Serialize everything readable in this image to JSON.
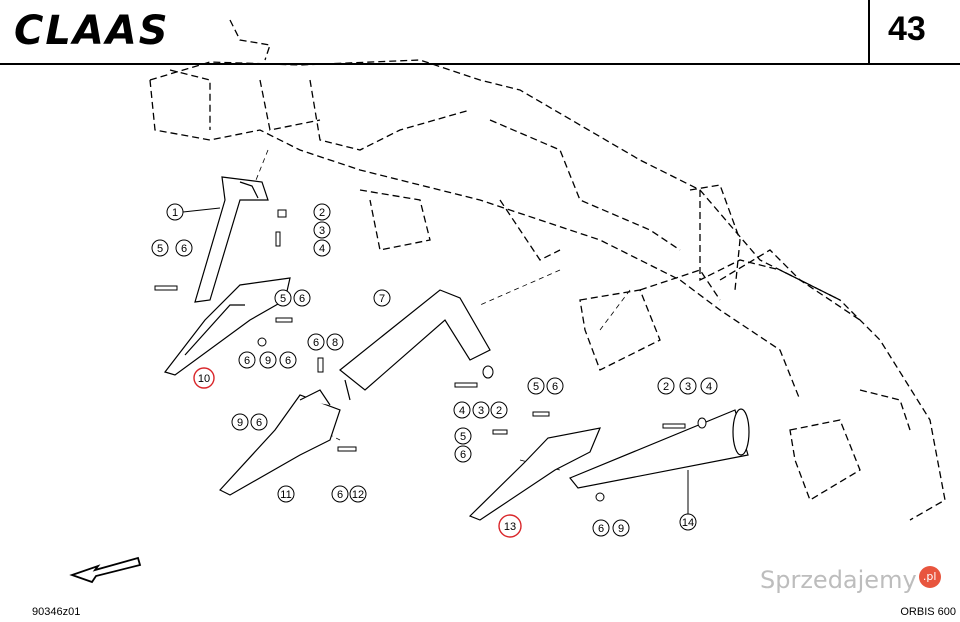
{
  "header": {
    "brand": "CLAAS",
    "page_number": "43"
  },
  "footer": {
    "drawing_code": "90346z01",
    "model": "ORBIS 600"
  },
  "watermark": {
    "text": "Sprzedajemy",
    "badge": ".pl"
  },
  "callouts": {
    "c1": "1",
    "c2a": "2",
    "c3a": "3",
    "c4a": "4",
    "c5a": "5",
    "c6a": "6",
    "c5b": "5",
    "c6b": "6",
    "c10": "10",
    "c6c": "6",
    "c8": "8",
    "c7": "7",
    "c6d": "6",
    "c9a": "9",
    "c6e": "6",
    "c9b": "9",
    "c6f": "6",
    "c11": "11",
    "c6g": "6",
    "c12": "12",
    "c4b": "4",
    "c3b": "3",
    "c2b": "2",
    "c5c": "5",
    "c6h": "6",
    "c5d": "5",
    "c6i": "6",
    "c13": "13",
    "c2c": "2",
    "c3c": "3",
    "c4c": "4",
    "c6j": "6",
    "c9c": "9",
    "c14": "14"
  },
  "highlight_color": "#d9262a"
}
